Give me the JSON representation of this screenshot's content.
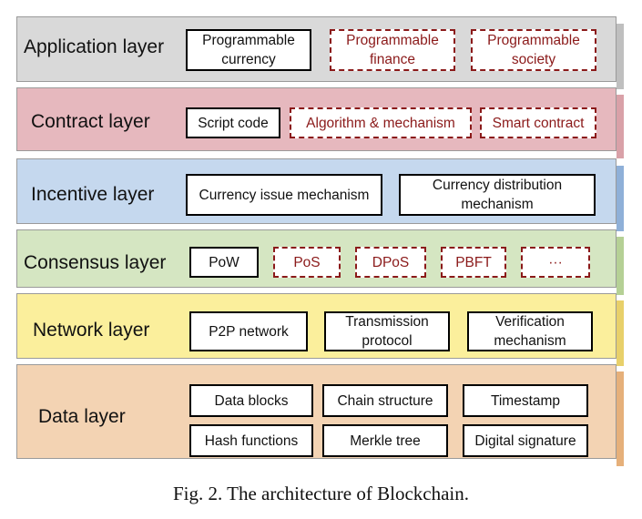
{
  "figure": {
    "caption": "Fig. 2.  The architecture of Blockchain."
  },
  "layers": [
    {
      "title": "Application layer",
      "color": "#d9d9d9",
      "side_color": "#bfbfbf",
      "items": [
        {
          "label": "Programmable\ncurrency",
          "style": "solid"
        },
        {
          "label": "Programmable\nfinance",
          "style": "dashed"
        },
        {
          "label": "Programmable\nsociety",
          "style": "dashed"
        }
      ]
    },
    {
      "title": "Contract layer",
      "color": "#e6b8be",
      "side_color": "#d9a1a8",
      "items": [
        {
          "label": "Script code",
          "style": "solid"
        },
        {
          "label": "Algorithm & mechanism",
          "style": "dashed"
        },
        {
          "label": "Smart contract",
          "style": "dashed"
        }
      ]
    },
    {
      "title": "Incentive layer",
      "color": "#c5d8ee",
      "side_color": "#8fb0d8",
      "items": [
        {
          "label": "Currency issue mechanism",
          "style": "solid"
        },
        {
          "label": "Currency distribution\nmechanism",
          "style": "solid"
        }
      ]
    },
    {
      "title": "Consensus layer",
      "color": "#d5e6c2",
      "side_color": "#b5d095",
      "items": [
        {
          "label": "PoW",
          "style": "solid"
        },
        {
          "label": "PoS",
          "style": "dashed"
        },
        {
          "label": "DPoS",
          "style": "dashed"
        },
        {
          "label": "PBFT",
          "style": "dashed"
        },
        {
          "label": "···",
          "style": "dashed"
        }
      ]
    },
    {
      "title": "Network layer",
      "color": "#fbef9c",
      "side_color": "#e8d06a",
      "items": [
        {
          "label": "P2P network",
          "style": "solid"
        },
        {
          "label": "Transmission\nprotocol",
          "style": "solid"
        },
        {
          "label": "Verification\nmechanism",
          "style": "solid"
        }
      ]
    },
    {
      "title": "Data layer",
      "color": "#f3d3b3",
      "side_color": "#e6b07a",
      "items": [
        {
          "label": "Data blocks",
          "style": "solid"
        },
        {
          "label": "Chain structure",
          "style": "solid"
        },
        {
          "label": "Timestamp",
          "style": "solid"
        },
        {
          "label": "Hash functions",
          "style": "solid"
        },
        {
          "label": "Merkle tree",
          "style": "solid"
        },
        {
          "label": "Digital signature",
          "style": "solid"
        }
      ]
    }
  ]
}
